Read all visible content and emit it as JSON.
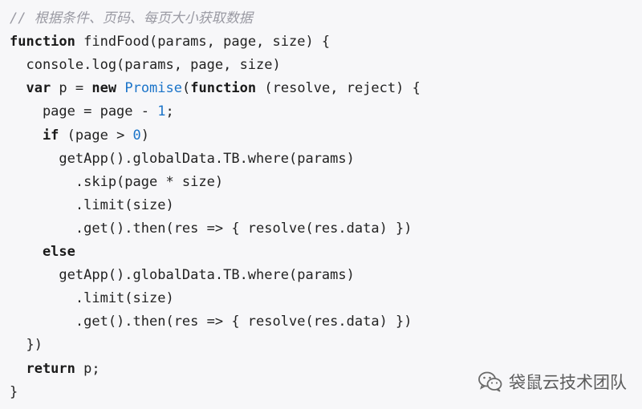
{
  "code": {
    "lines": [
      [
        {
          "t": "// 根据条件、页码、每页大小获取数据",
          "c": "comment"
        }
      ],
      [
        {
          "t": "function",
          "c": "kw"
        },
        {
          "t": " findFood(params, page, size) {",
          "c": "plain"
        }
      ],
      [
        {
          "t": "  console.log(params, page, size)",
          "c": "plain"
        }
      ],
      [
        {
          "t": "  var",
          "c": "kw"
        },
        {
          "t": " p = ",
          "c": "plain"
        },
        {
          "t": "new",
          "c": "kw"
        },
        {
          "t": " ",
          "c": "plain"
        },
        {
          "t": "Promise",
          "c": "builtin"
        },
        {
          "t": "(",
          "c": "plain"
        },
        {
          "t": "function",
          "c": "kw"
        },
        {
          "t": " (resolve, reject) {",
          "c": "plain"
        }
      ],
      [
        {
          "t": "    page = page - ",
          "c": "plain"
        },
        {
          "t": "1",
          "c": "num"
        },
        {
          "t": ";",
          "c": "plain"
        }
      ],
      [
        {
          "t": "    if",
          "c": "kw"
        },
        {
          "t": " (page > ",
          "c": "plain"
        },
        {
          "t": "0",
          "c": "num"
        },
        {
          "t": ")",
          "c": "plain"
        }
      ],
      [
        {
          "t": "      getApp().globalData.TB.where(params)",
          "c": "plain"
        }
      ],
      [
        {
          "t": "        .skip(page * size)",
          "c": "plain"
        }
      ],
      [
        {
          "t": "        .limit(size)",
          "c": "plain"
        }
      ],
      [
        {
          "t": "        .get().then(res => { resolve(res.data) })",
          "c": "plain"
        }
      ],
      [
        {
          "t": "    else",
          "c": "kw"
        }
      ],
      [
        {
          "t": "      getApp().globalData.TB.where(params)",
          "c": "plain"
        }
      ],
      [
        {
          "t": "        .limit(size)",
          "c": "plain"
        }
      ],
      [
        {
          "t": "        .get().then(res => { resolve(res.data) })",
          "c": "plain"
        }
      ],
      [
        {
          "t": "  })",
          "c": "plain"
        }
      ],
      [
        {
          "t": "  return",
          "c": "kw"
        },
        {
          "t": " p;",
          "c": "plain"
        }
      ],
      [
        {
          "t": "}",
          "c": "plain"
        }
      ]
    ]
  },
  "watermark": {
    "text": "袋鼠云技术团队",
    "icon": "wechat-icon"
  },
  "colors": {
    "background": "#f7f7f9",
    "keyword": "#1a1a1a",
    "builtin": "#1b74c9",
    "number": "#1b74c9",
    "comment": "#9a9aa3"
  }
}
